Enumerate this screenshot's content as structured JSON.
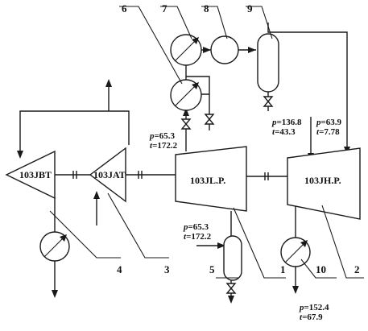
{
  "equipment": {
    "vaporizer_low": "103JBT",
    "compressor_low": "103JAT",
    "turbine_lp": "103JL.P.",
    "turbine_hp": "103JH.P."
  },
  "callouts": [
    "1",
    "2",
    "3",
    "4",
    "5",
    "6",
    "7",
    "8",
    "9",
    "10"
  ],
  "conditions": {
    "after_valve": {
      "p_label": "p",
      "p": "=65.3",
      "t_label": "t",
      "t": "=172.2"
    },
    "sep5_inlet": {
      "p_label": "p",
      "p": "=65.3",
      "t_label": "t",
      "t": "=172.2"
    },
    "drum9_outlet": {
      "p_label": "p",
      "p": "=136.8",
      "t_label": "t",
      "t": "=43.3"
    },
    "hp_inlet": {
      "p_label": "p",
      "p": "=63.9",
      "t_label": "t",
      "t": "=7.78"
    },
    "hx10_outlet": {
      "p_label": "p",
      "p": "=152.4",
      "t_label": "t",
      "t": "=67.9"
    }
  }
}
